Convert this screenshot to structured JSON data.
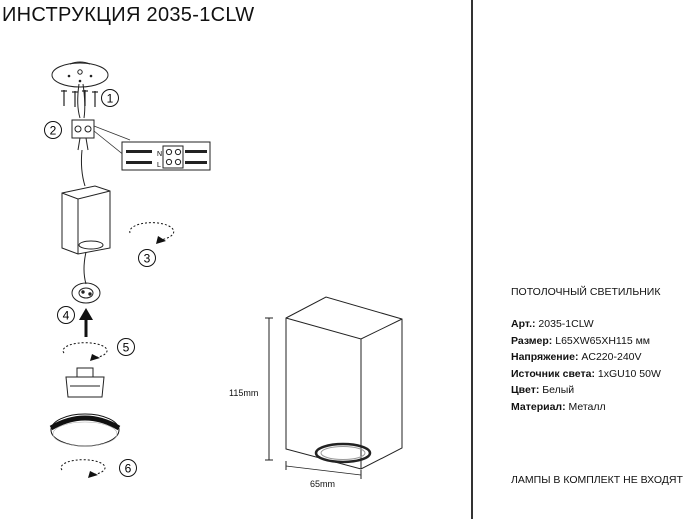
{
  "title": "ИНСТРУКЦИЯ 2035-1CLW",
  "steps": [
    "1",
    "2",
    "3",
    "4",
    "5",
    "6"
  ],
  "wire_letters": [
    "N",
    "L"
  ],
  "dimensions": {
    "height": "115mm",
    "width": "65mm"
  },
  "product_type": "ПОТОЛОЧНЫЙ СВЕТИЛЬНИК",
  "specs": [
    {
      "label": "Арт.:",
      "value": "2035-1CLW"
    },
    {
      "label": "Размер:",
      "value": "L65XW65XH115 мм"
    },
    {
      "label": "Напряжение:",
      "value": "AC220-240V"
    },
    {
      "label": "Источник света:",
      "value": "1xGU10 50W"
    },
    {
      "label": "Цвет:",
      "value": "Белый"
    },
    {
      "label": "Материал:",
      "value": "Металл"
    }
  ],
  "note": "ЛАМПЫ В КОМПЛЕКТ НЕ ВХОДЯТ"
}
